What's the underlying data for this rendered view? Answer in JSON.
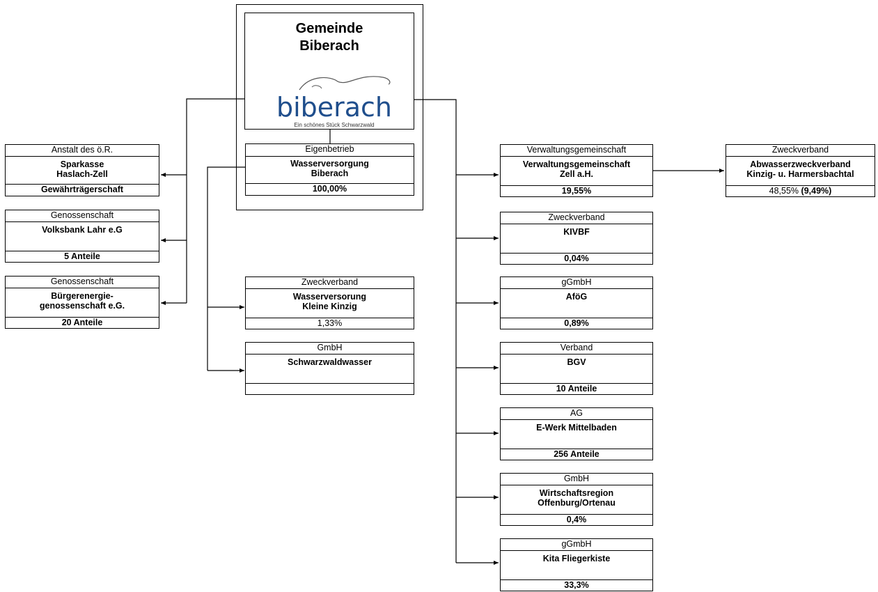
{
  "main": {
    "title_line1": "Gemeinde",
    "title_line2": "Biberach",
    "logo_text": "biberach",
    "logo_slogan": "Ein schönes Stück Schwarzwald"
  },
  "eigenbetrieb": {
    "type": "Eigenbetrieb",
    "name": [
      "Wasserversorgung",
      "Biberach"
    ],
    "share": "100,00%"
  },
  "left": [
    {
      "type": "Anstalt des ö.R.",
      "name": [
        "Sparkasse",
        "Haslach-Zell"
      ],
      "share": "Gewährträgerschaft"
    },
    {
      "type": "Genossenschaft",
      "name": [
        "Volksbank Lahr e.G"
      ],
      "share": "5 Anteile"
    },
    {
      "type": "Genossenschaft",
      "name": [
        "Bürgerenergie-",
        "genossenschaft e.G."
      ],
      "share": "20 Anteile"
    }
  ],
  "middle": [
    {
      "type": "Zweckverband",
      "name": [
        "Wasserversorung",
        "Kleine Kinzig"
      ],
      "share": "1,33%"
    },
    {
      "type": "GmbH",
      "name": [
        "Schwarzwaldwasser"
      ],
      "share": ""
    }
  ],
  "right": [
    {
      "type": "Verwaltungsgemeinschaft",
      "name": [
        "Verwaltungsgemeinschaft",
        "Zell a.H."
      ],
      "share": "19,55%"
    },
    {
      "type": "Zweckverband",
      "name": [
        "KIVBF"
      ],
      "share": "0,04%"
    },
    {
      "type": "gGmbH",
      "name": [
        "AföG"
      ],
      "share": "0,89%"
    },
    {
      "type": "Verband",
      "name": [
        "BGV"
      ],
      "share": "10 Anteile"
    },
    {
      "type": "AG",
      "name": [
        "E-Werk Mittelbaden"
      ],
      "share": "256 Anteile"
    },
    {
      "type": "GmbH",
      "name": [
        "Wirtschaftsregion",
        "Offenburg/Ortenau"
      ],
      "share": "0,4%"
    },
    {
      "type": "gGmbH",
      "name": [
        "Kita Fliegerkiste"
      ],
      "share": "33,3%"
    }
  ],
  "farright": {
    "type": "Zweckverband",
    "name": [
      "Abwasserzweckverband",
      "Kinzig- u. Harmersbachtal"
    ],
    "share_bold": "48,55%",
    "share_extra": "(9,49%)"
  }
}
